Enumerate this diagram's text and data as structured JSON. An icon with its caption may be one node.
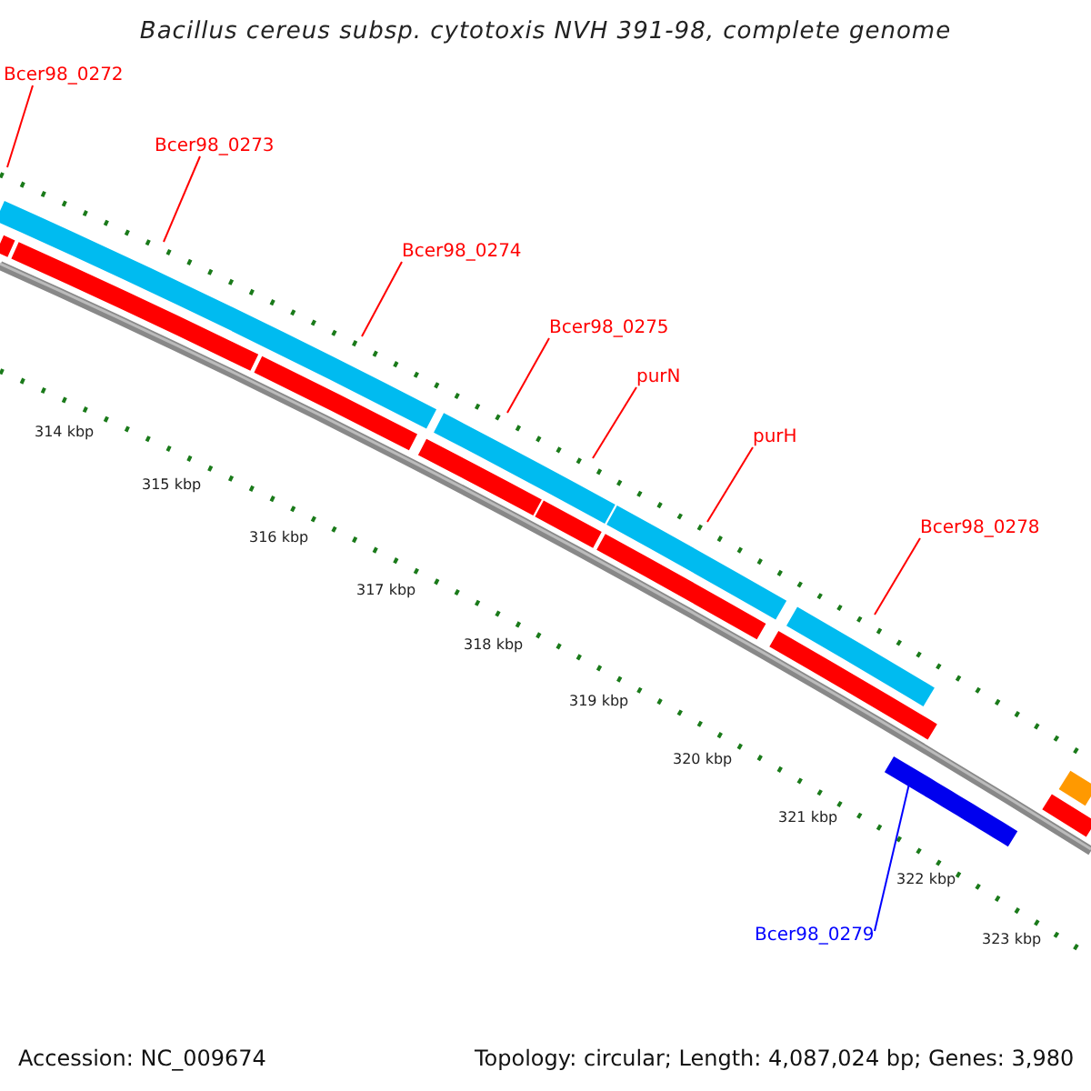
{
  "diagram": {
    "title": "Bacillus cereus subsp. cytotoxis NVH 391-98, complete genome",
    "nodes": [
      {
        "text": [
          "Bcer98_0272"
        ]
      },
      {
        "text": [
          "Bcer98_0273"
        ]
      },
      {
        "text": [
          "Bcer98_0274"
        ]
      },
      {
        "text": [
          "Bcer98_0275"
        ]
      },
      {
        "text": [
          "purN"
        ]
      },
      {
        "text": [
          "purH"
        ]
      },
      {
        "text": [
          "Bcer98_0278"
        ]
      },
      {
        "text": [
          "Bcer98_0279"
        ]
      },
      {
        "text": [],
        "shape": "bar"
      }
    ],
    "edges": [
      {
        "from": 0,
        "to": null,
        "arrow": "none"
      },
      {
        "from": 1,
        "to": null,
        "arrow": "none"
      },
      {
        "from": 2,
        "to": null,
        "arrow": "none"
      },
      {
        "from": 3,
        "to": null,
        "arrow": "none"
      },
      {
        "from": 4,
        "to": null,
        "arrow": "none"
      },
      {
        "from": 5,
        "to": null,
        "arrow": "none"
      },
      {
        "from": 6,
        "to": null,
        "arrow": "none"
      },
      {
        "from": 7,
        "to": 8,
        "arrow": "none",
        "color": "#0000ff"
      }
    ],
    "labels": [
      "314 kbp",
      "315 kbp",
      "316 kbp",
      "317 kbp",
      "318 kbp",
      "319 kbp",
      "320 kbp",
      "321 kbp",
      "322 kbp",
      "323 kbp",
      "Accession: NC_009674",
      "Topology: circular; Length: 4,087,024 bp; Genes: 3,980"
    ]
  }
}
